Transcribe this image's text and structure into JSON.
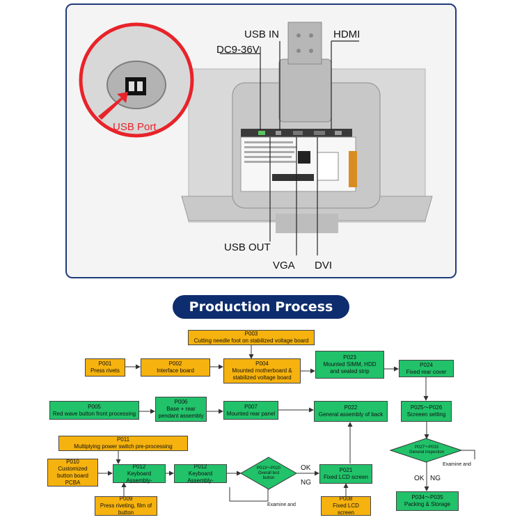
{
  "photo": {
    "labels": {
      "usb_in": "USB IN",
      "hdmi": "HDMI",
      "dc": "DC9-36V",
      "usb_port": "USB Port",
      "usb_out": "USB OUT",
      "vga": "VGA",
      "dvi": "DVI"
    },
    "colors": {
      "frame": "#1f3a7a",
      "callout": "#e8232a"
    }
  },
  "title": "Production Process",
  "nodes": {
    "p003": {
      "code": "P003",
      "text": "Cutting needle foot on stabilized voltage board"
    },
    "p001": {
      "code": "P001",
      "text": "Press rivets"
    },
    "p002": {
      "code": "P002",
      "text": "Interface board"
    },
    "p004": {
      "code": "P004",
      "text": "Mounted motherboard & stabilized voltage board"
    },
    "p023": {
      "code": "P023",
      "text": "Mounted SIMM, HDD and sealed strip"
    },
    "p024": {
      "code": "P024",
      "text": "Fixed rear cover"
    },
    "p005": {
      "code": "P005",
      "text": "Red wave button front processing"
    },
    "p006": {
      "code": "P006",
      "text": "Base + rear pendant assembly"
    },
    "p007": {
      "code": "P007",
      "text": "Mounted rear panel"
    },
    "p022": {
      "code": "P022",
      "text": "General assembly of back"
    },
    "p025": {
      "code": "P025～P026",
      "text": "Screeen setting"
    },
    "p011": {
      "code": "P011",
      "text": "Multiplying power switch pre-processing"
    },
    "p027": {
      "code": "P027～P033",
      "text": "General inspection"
    },
    "p010": {
      "code": "P010",
      "text": "Customized button board PCBA"
    },
    "p012a": {
      "code": "P012",
      "text": "Keyboard Assembly-"
    },
    "p012b": {
      "code": "P012",
      "text": "Keyboard Assembly-"
    },
    "p013": {
      "code": "P013～P020",
      "text": "Overall test button"
    },
    "p021": {
      "code": "P021",
      "text": "Fixed LCD screen"
    },
    "p009": {
      "code": "P009",
      "text": "Press riveting, film of button"
    },
    "p008": {
      "code": "P008",
      "text": "Fixed LCD screen"
    },
    "p034": {
      "code": "P034～P035",
      "text": "Packing & Storage"
    }
  },
  "edge_labels": {
    "ok1": "OK",
    "ng1": "NG",
    "examine1": "Examine and",
    "examine2": "Examine and",
    "ok2": "OK",
    "ng2": "NG"
  },
  "colors": {
    "orange": "#f6b20e",
    "green": "#21c26a",
    "title_bg": "#0e2d6e"
  }
}
